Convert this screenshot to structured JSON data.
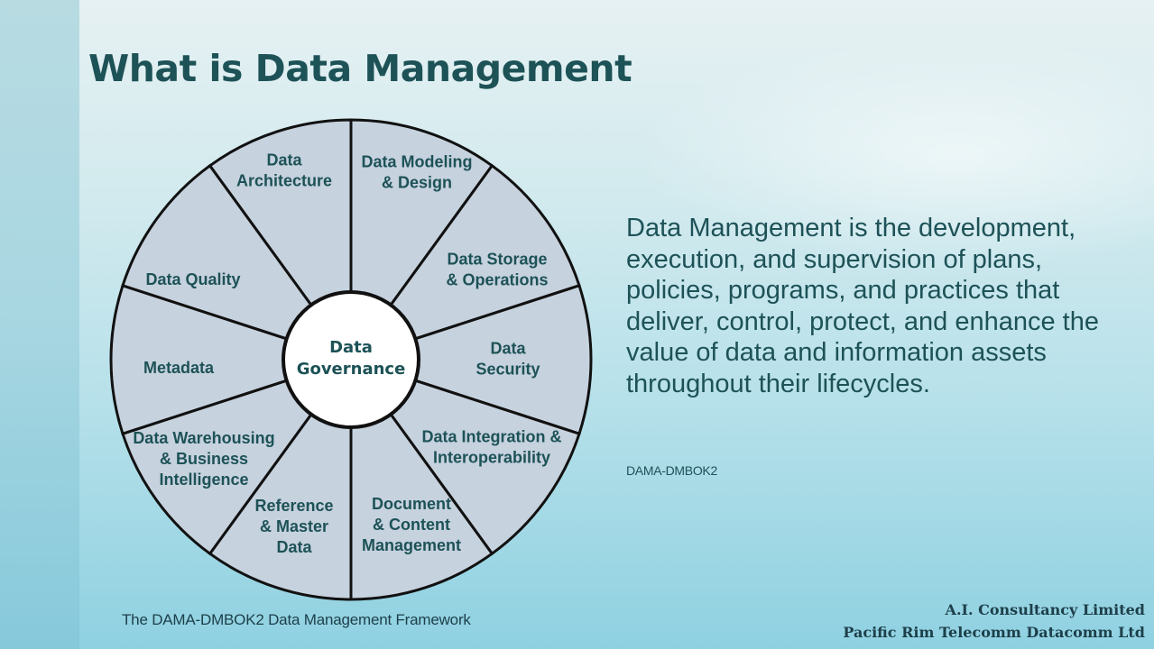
{
  "slide": {
    "title": "What is Data Management",
    "definition": "Data Management is the development, execution, and supervision of plans, policies, programs, and practices that deliver, control, protect, and enhance the value of data and information assets throughout their lifecycles.",
    "source": "DAMA-DMBOK2",
    "caption": "The DAMA-DMBOK2 Data Management Framework",
    "organizations": [
      "A.I. Consultancy Limited",
      "Pacific Rim Telecomm Datacomm Ltd"
    ]
  },
  "wheel": {
    "center": [
      "Data",
      "Governance"
    ],
    "segments": [
      {
        "name": "data-architecture",
        "lines": [
          "Data",
          "Architecture"
        ]
      },
      {
        "name": "data-modeling-design",
        "lines": [
          "Data Modeling",
          "& Design"
        ]
      },
      {
        "name": "data-storage-operations",
        "lines": [
          "Data Storage",
          "& Operations"
        ]
      },
      {
        "name": "data-security",
        "lines": [
          "Data",
          "Security"
        ]
      },
      {
        "name": "data-integration-interoperability",
        "lines": [
          "Data Integration &",
          "Interoperability"
        ]
      },
      {
        "name": "document-content-management",
        "lines": [
          "Document",
          "& Content",
          "Management"
        ]
      },
      {
        "name": "reference-master-data",
        "lines": [
          "Reference",
          "& Master",
          "Data"
        ]
      },
      {
        "name": "data-warehousing-bi",
        "lines": [
          "Data Warehousing",
          "& Business",
          "Intelligence"
        ]
      },
      {
        "name": "metadata",
        "lines": [
          "Metadata"
        ]
      },
      {
        "name": "data-quality",
        "lines": [
          "Data Quality"
        ]
      }
    ]
  },
  "colors": {
    "title": "#1d5257",
    "segment_fill": "#c6d2de",
    "outline": "#111111",
    "hub_fill": "#ffffff"
  }
}
